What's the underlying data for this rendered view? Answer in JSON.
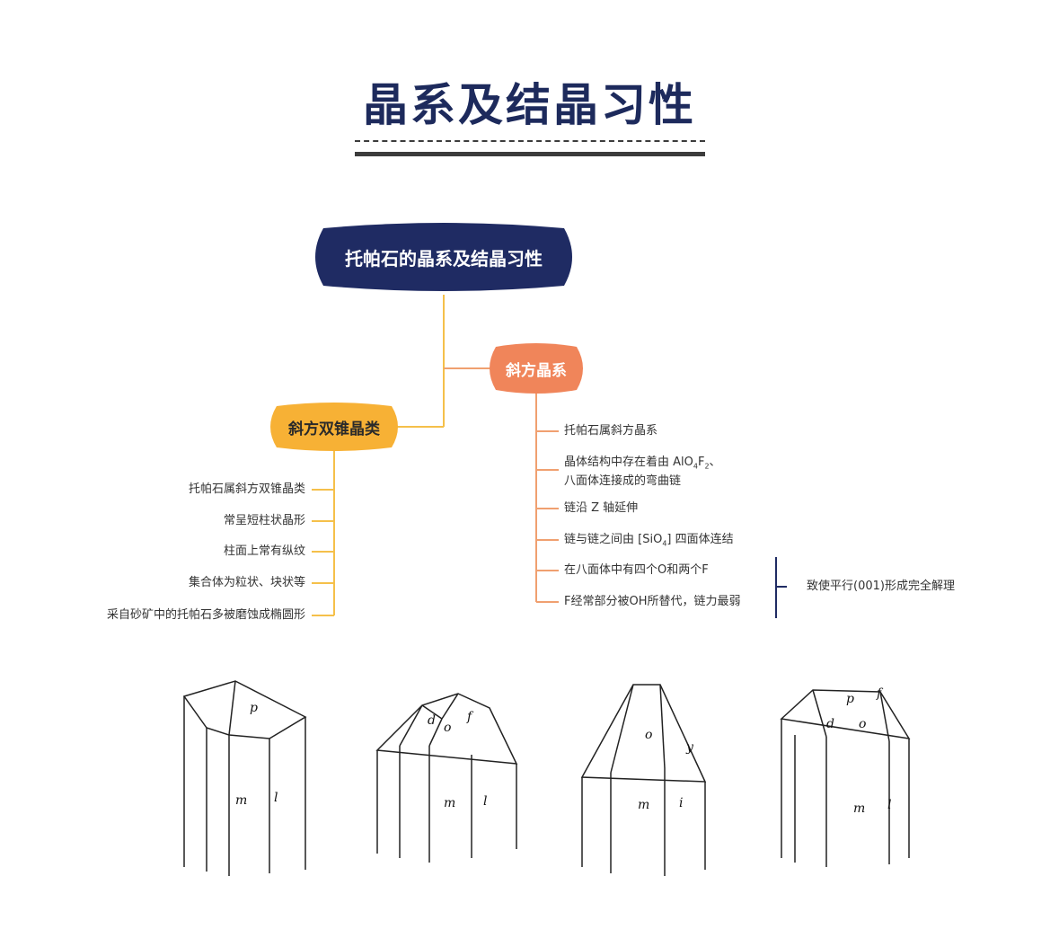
{
  "page": {
    "title": "晶系及结晶习性"
  },
  "mindmap": {
    "root": {
      "label": "托帕石的晶系及结晶习性"
    },
    "right_branch": {
      "label": "斜方晶系",
      "items": [
        {
          "text": "托帕石属斜方晶系"
        },
        {
          "line1_prefix": "晶体结构中存在着由 AlO",
          "sub1": "4",
          "mid": "F",
          "sub2": "2",
          "line1_suffix": "、",
          "line2": "八面体连接成的弯曲链"
        },
        {
          "text": "链沿 Z 轴延伸"
        },
        {
          "prefix": "链与链之间由 [SiO",
          "sub": "4",
          "suffix": "] 四面体连结"
        },
        {
          "text": "在八面体中有四个O和两个F"
        },
        {
          "text": "F经常部分被OH所替代，链力最弱"
        }
      ],
      "conclusion": "致使平行(001)形成完全解理"
    },
    "left_branch": {
      "label": "斜方双锥晶类",
      "items": [
        {
          "text": "托帕石属斜方双锥晶类"
        },
        {
          "text": "常呈短柱状晶形"
        },
        {
          "text": "柱面上常有纵纹"
        },
        {
          "text": "集合体为粒状、块状等"
        },
        {
          "text": "采自砂矿中的托帕石多被磨蚀成椭圆形"
        }
      ]
    },
    "colors": {
      "root": "#1f2b63",
      "right": "#f0855a",
      "left": "#f7b135",
      "line_right": "#f0a070",
      "line_left": "#f5c04a"
    }
  },
  "crystals": [
    {
      "labels": [
        "p",
        "m",
        "l"
      ]
    },
    {
      "labels": [
        "d",
        "o",
        "f",
        "m",
        "l"
      ]
    },
    {
      "labels": [
        "o",
        "y",
        "m",
        "i"
      ]
    },
    {
      "labels": [
        "p",
        "f",
        "d",
        "o",
        "m",
        "l"
      ]
    }
  ]
}
